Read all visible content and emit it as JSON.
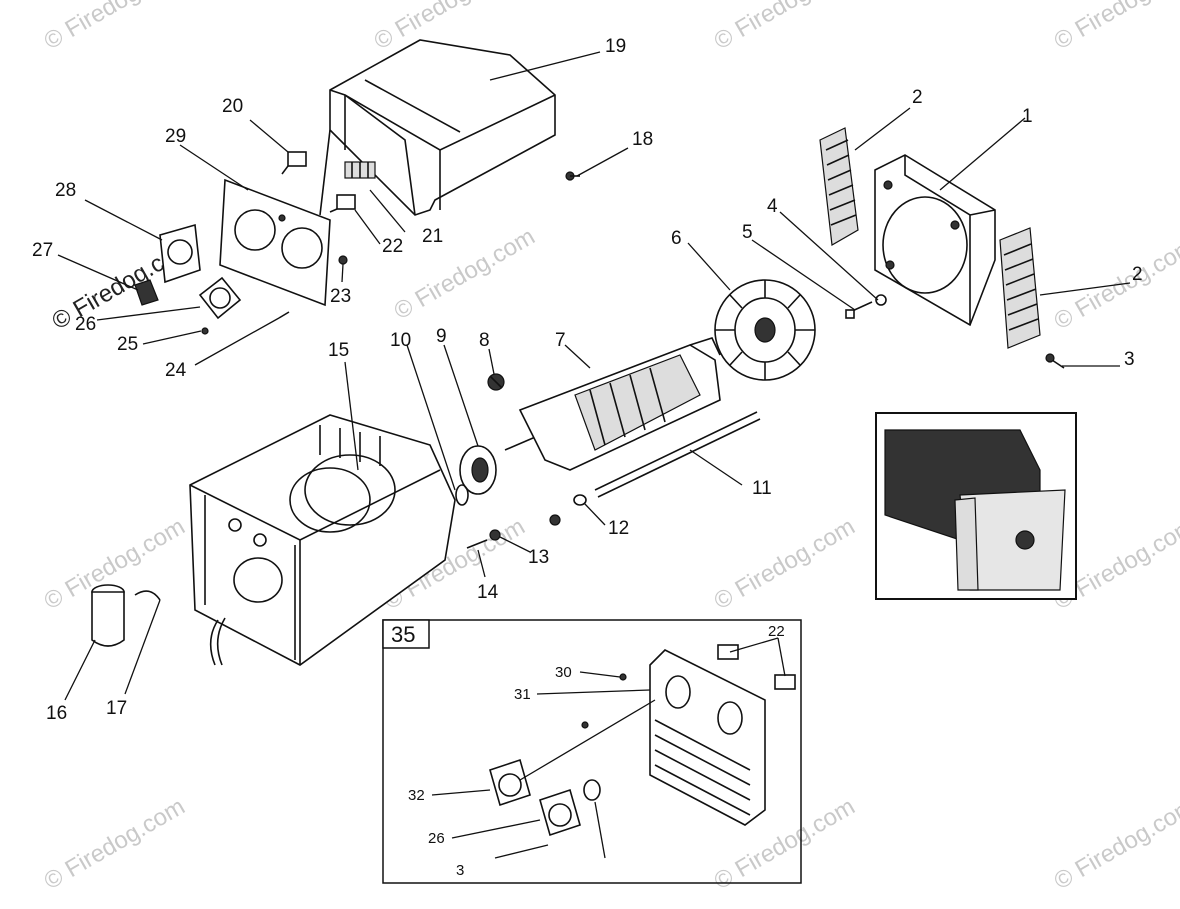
{
  "watermark": "© Firedog.com",
  "inset_box_label": "35",
  "callouts": {
    "c1": "1",
    "c2a": "2",
    "c2b": "2",
    "c3": "3",
    "c4": "4",
    "c5": "5",
    "c6": "6",
    "c7": "7",
    "c8": "8",
    "c9": "9",
    "c10": "10",
    "c11": "11",
    "c12": "12",
    "c13": "13",
    "c14": "14",
    "c15": "15",
    "c16": "16",
    "c17": "17",
    "c18": "18",
    "c19": "19",
    "c20": "20",
    "c21": "21",
    "c22": "22",
    "c23": "23",
    "c24": "24",
    "c25": "25",
    "c26": "26",
    "c27": "27",
    "c28": "28",
    "c29": "29"
  },
  "inset_callouts": {
    "i22": "22",
    "i30": "30",
    "i31": "31",
    "i32": "32",
    "i26": "26",
    "i3": "3"
  }
}
